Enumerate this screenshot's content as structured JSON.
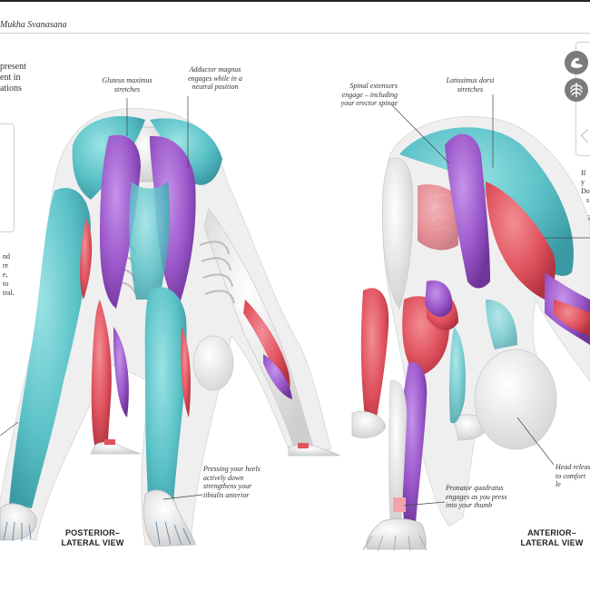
{
  "header": {
    "title": "Mukha Svanasana"
  },
  "left_text": {
    "line1": "present",
    "line2": "ent in",
    "line3": "ations",
    "frag1": "nd",
    "frag2": "re",
    "frag3": "e,",
    "frag4": "to",
    "frag5": "tral."
  },
  "right_text": {
    "line1": "If y",
    "line2": "Do",
    "line3": "s",
    "line4": "S"
  },
  "annotations": {
    "gluteus": "Gluteus maximus stretches",
    "adductor": "Adductor magnus engages while in a neutral position",
    "spinal": "Spinal extensors engage – including your erector spinae",
    "latissimus": "Latissimus dorsi stretches",
    "heels": "Pressing your heels actively down strengthens your tibialis anterior",
    "pronator": "Pronator quadratus engages as you press into your thumb",
    "head": "Head releas to comfort le"
  },
  "views": {
    "posterior_line1": "POSTERIOR–",
    "posterior_line2": "LATERAL VIEW",
    "anterior_line1": "ANTERIOR–",
    "anterior_line2": "LATERAL VIEW"
  },
  "icons": [
    "muscle-arm-icon",
    "ribcage-icon",
    "chevron-left-icon"
  ],
  "colors": {
    "muscle_teal": "#5bc2c8",
    "muscle_purple": "#9a57c9",
    "muscle_red": "#e0525e",
    "bone": "#e9e9e9",
    "skin_outline": "#d9d9d9"
  }
}
